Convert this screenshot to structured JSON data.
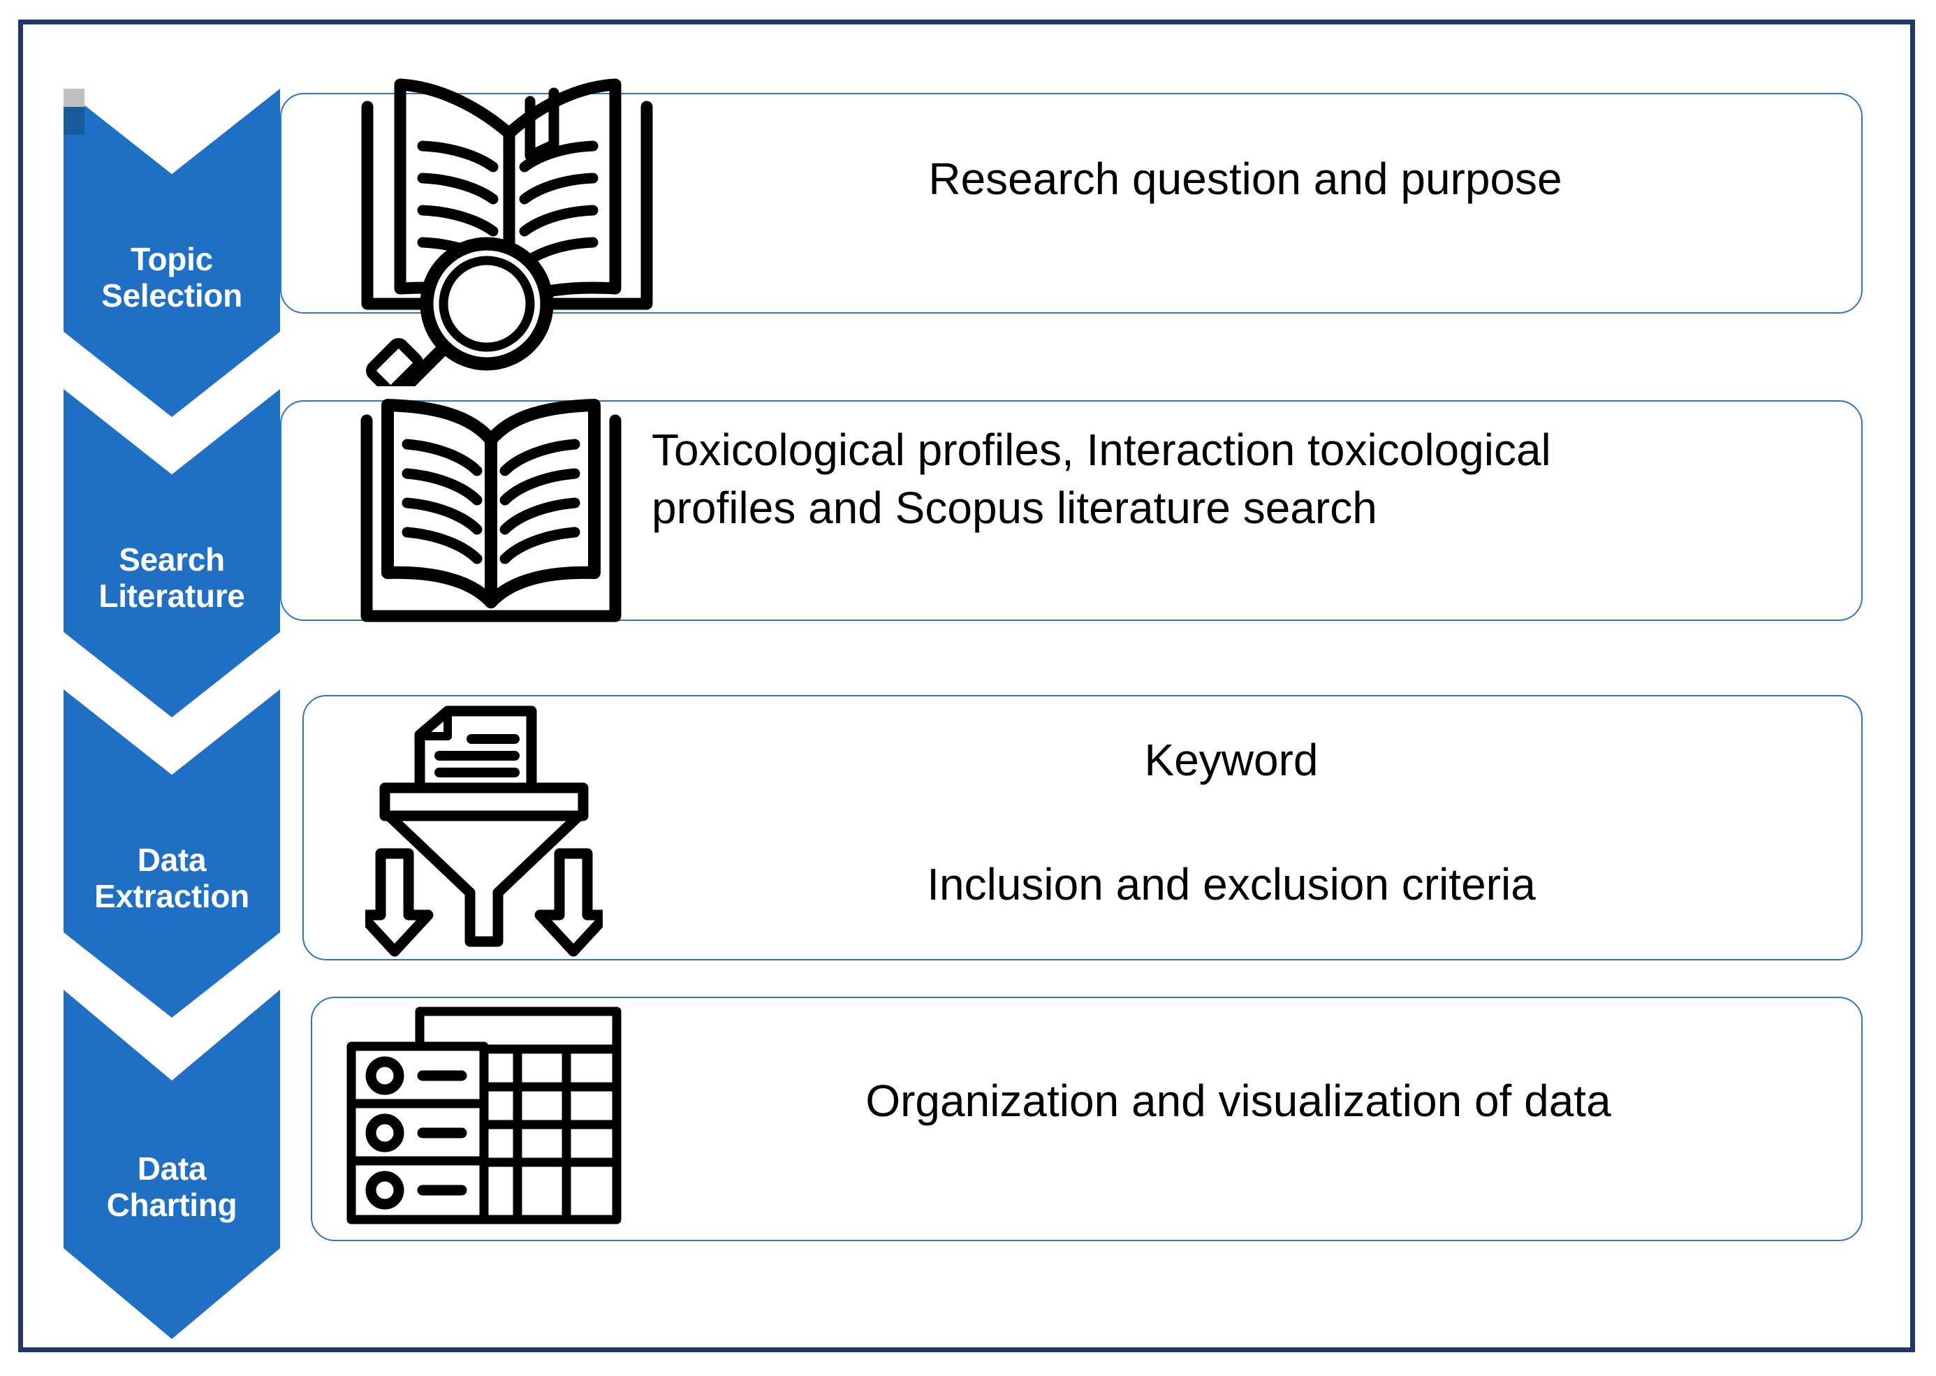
{
  "diagram": {
    "title": "Scoping review methodology flowchart",
    "frame_border_color": "#1F3864",
    "chevron_color": "#1F6FC4",
    "chevron_accent_color": "#1C5A9E",
    "box_border_color": "#2E75C9",
    "text_color": "#000000",
    "steps": [
      {
        "id": "topic-selection",
        "label": "Topic\nSelection",
        "icon": "book-magnifier-icon",
        "icon_label": "open book with magnifying glass",
        "content": "Research question and purpose",
        "content_align": "center"
      },
      {
        "id": "search-literature",
        "label": "Search\nLiterature",
        "icon": "open-book-icon",
        "icon_label": "open book",
        "content": "Toxicological profiles, Interaction toxicological\nprofiles and Scopus literature search",
        "content_align": "left"
      },
      {
        "id": "data-extraction",
        "label": "Data\nExtraction",
        "icon": "funnel-filter-icon",
        "icon_label": "funnel with document and down arrows",
        "content": "Keyword",
        "content_secondary": "Inclusion and exclusion criteria",
        "content_align": "center"
      },
      {
        "id": "data-charting",
        "label": "Data\nCharting",
        "icon": "data-table-icon",
        "icon_label": "table grid with list card",
        "content": "Organization and visualization of data",
        "content_align": "center"
      }
    ]
  }
}
